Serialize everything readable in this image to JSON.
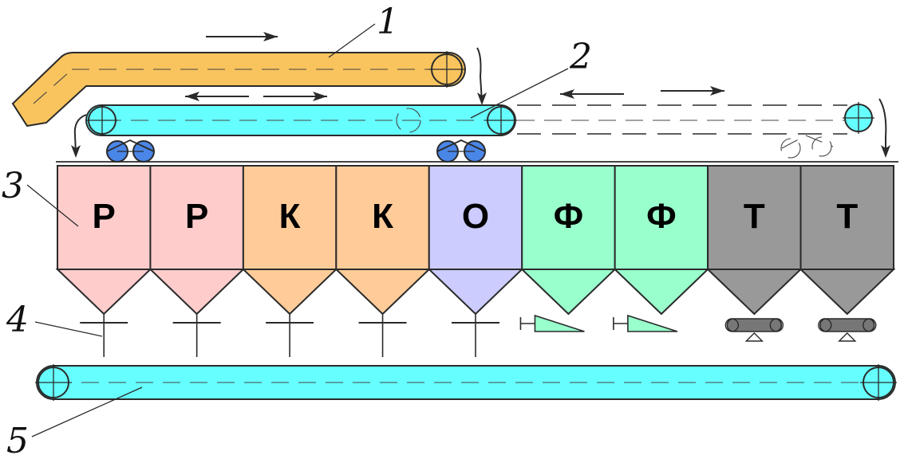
{
  "colors": {
    "feed_conveyor": "#f9c45e",
    "shuttle_conveyor": "#66ffff",
    "collector_conveyor": "#66ffff",
    "tripper_wheels": "#4a86e8",
    "bin_r": "#ffcccc",
    "bin_k": "#ffcc99",
    "bin_o": "#ccccff",
    "bin_f": "#99ffcc",
    "bin_t": "#999999"
  },
  "bins": [
    {
      "letter": "Р",
      "color_key": "bin_r",
      "feeder": "gate"
    },
    {
      "letter": "Р",
      "color_key": "bin_r",
      "feeder": "gate"
    },
    {
      "letter": "К",
      "color_key": "bin_k",
      "feeder": "gate"
    },
    {
      "letter": "К",
      "color_key": "bin_k",
      "feeder": "gate"
    },
    {
      "letter": "О",
      "color_key": "bin_o",
      "feeder": "gate"
    },
    {
      "letter": "Ф",
      "color_key": "bin_f",
      "feeder": "vibrating"
    },
    {
      "letter": "Ф",
      "color_key": "bin_f",
      "feeder": "vibrating"
    },
    {
      "letter": "Т",
      "color_key": "bin_t",
      "feeder": "belt"
    },
    {
      "letter": "Т",
      "color_key": "bin_t",
      "feeder": "belt"
    }
  ],
  "callouts": [
    {
      "label": "1"
    },
    {
      "label": "2"
    },
    {
      "label": "3"
    },
    {
      "label": "4"
    },
    {
      "label": "5"
    }
  ]
}
